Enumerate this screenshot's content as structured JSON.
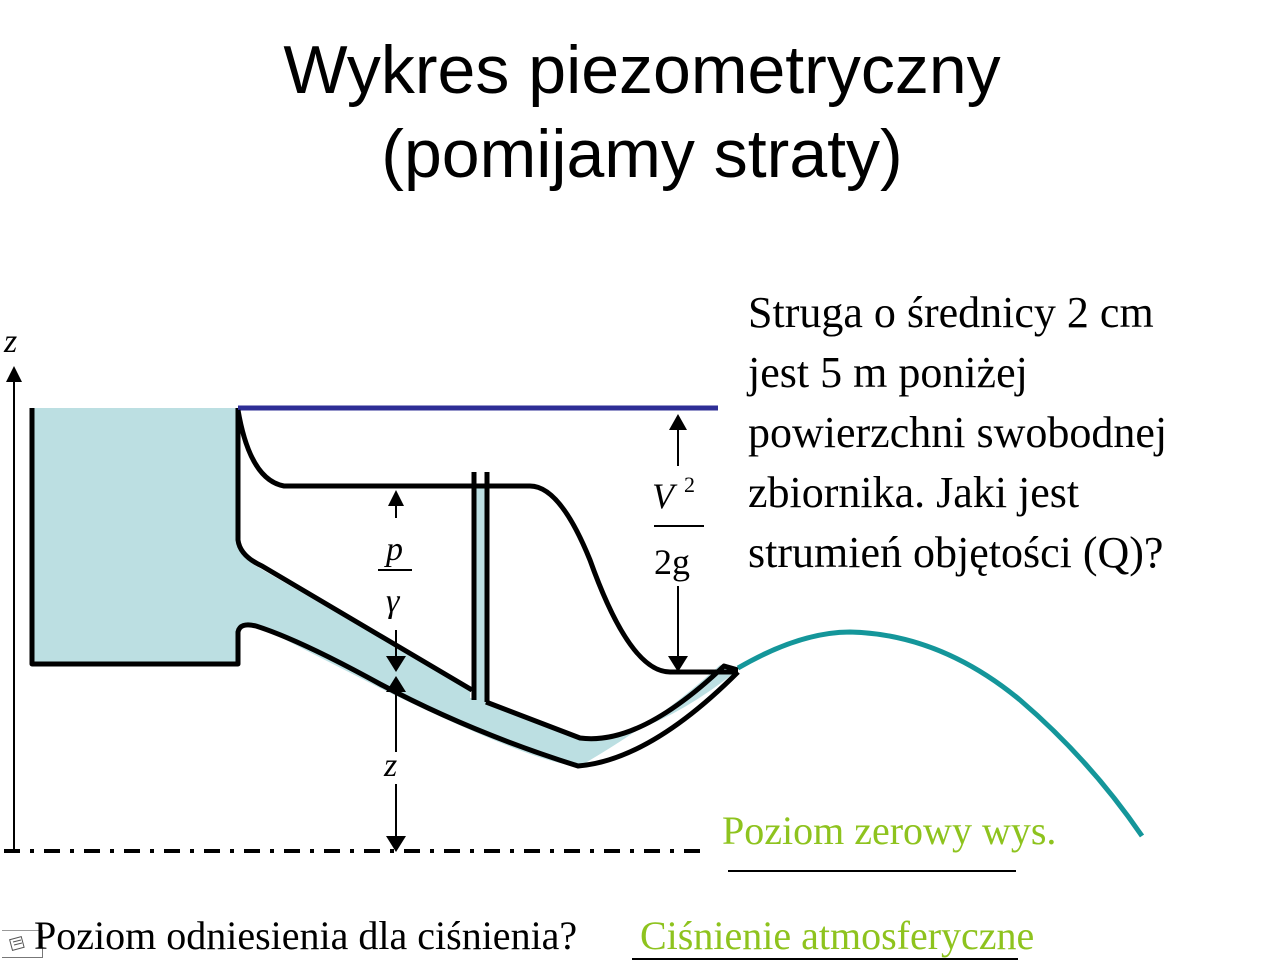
{
  "slide": {
    "title_line1": "Wykres piezometryczny",
    "title_line2": "(pomijamy straty)",
    "question_lines": [
      "Struga o średnicy 2 cm",
      "jest 5 m poniżej",
      "powierzchni swobodnej",
      "zbiornika. Jaki jest",
      "strumień objętości (Q)?"
    ],
    "zero_level_label": "Poziom zerowy wys.",
    "bottom_question": "Poziom odniesienia dla ciśnienia?",
    "bottom_answer": "Ciśnienie atmosferyczne"
  },
  "diagram": {
    "axis_label": "z",
    "pressure_label_num": "p",
    "pressure_label_den": "γ",
    "elevation_label": "z",
    "velocity_label_num": "V",
    "velocity_label_exp": "2",
    "velocity_label_den": "2g",
    "colors": {
      "water_fill": "#bcdfe2",
      "energy_line": "#2e2e96",
      "jet": "#14969a",
      "answer_text": "#8ec31e",
      "outline": "#000000"
    }
  }
}
